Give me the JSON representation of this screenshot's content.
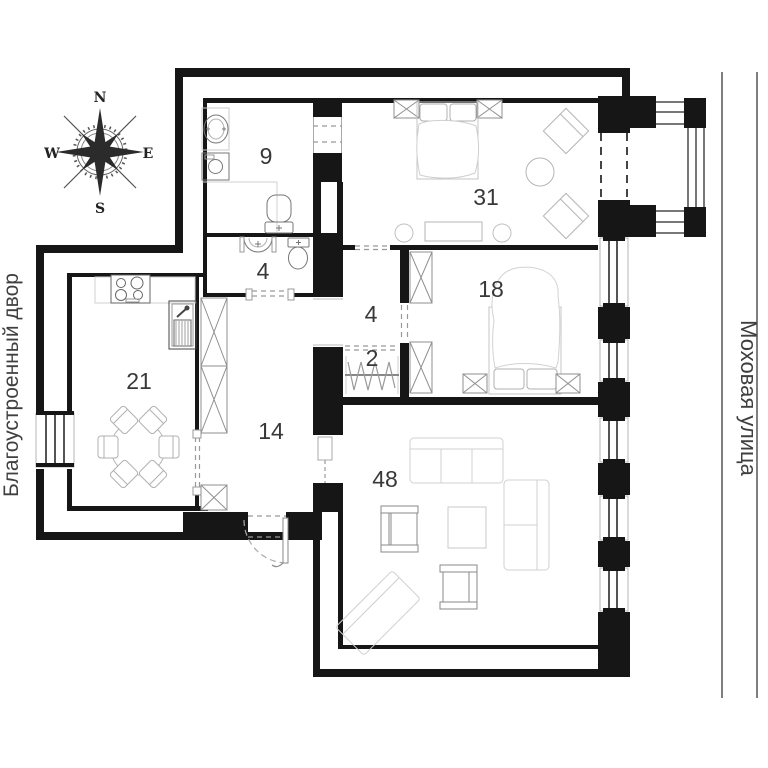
{
  "title": "Apartment floor plan",
  "streets": {
    "left": "Благоустроенный двор",
    "right": "Моховая улица"
  },
  "compass": {
    "north": "N",
    "south": "S",
    "east": "E",
    "west": "W"
  },
  "rooms": {
    "bathroom": {
      "label": "9"
    },
    "wc": {
      "label": "4"
    },
    "bedroom_master": {
      "label": "31"
    },
    "bedroom": {
      "label": "18"
    },
    "corridor": {
      "label": "4"
    },
    "closet": {
      "label": "2"
    },
    "kitchen": {
      "label": "21"
    },
    "hall": {
      "label": "14"
    },
    "living_room": {
      "label": "48"
    }
  },
  "colors": {
    "wall": "#161616",
    "window": "#555555",
    "furniture": "#b5b5b5",
    "label": "#383838"
  }
}
